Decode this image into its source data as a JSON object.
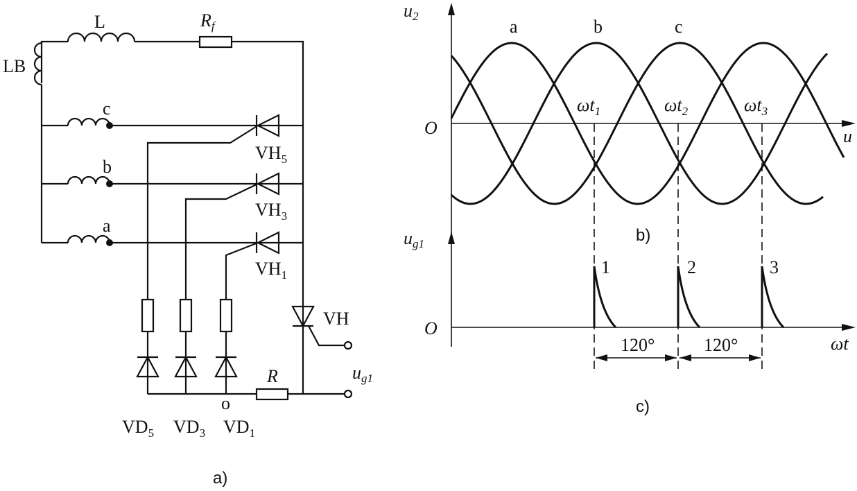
{
  "panel_a": {
    "labels": {
      "LB": "LB",
      "L": "L",
      "Rf_main": "R",
      "Rf_sub": "f",
      "phase_c": "c",
      "phase_b": "b",
      "phase_a": "a",
      "VH5_main": "VH",
      "VH5_sub": "5",
      "VH3_main": "VH",
      "VH3_sub": "3",
      "VH1_main": "VH",
      "VH1_sub": "1",
      "VH": "VH",
      "R": "R",
      "ug1_main": "u",
      "ug1_sub": "g1",
      "o": "o",
      "VD5_main": "VD",
      "VD5_sub": "5",
      "VD3_main": "VD",
      "VD3_sub": "3",
      "VD1_main": "VD",
      "VD1_sub": "1"
    },
    "caption": "a)"
  },
  "panel_b": {
    "y_label_main": "u",
    "y_label_sub": "2",
    "x_label": "u",
    "origin": "O",
    "phase_labels": [
      "a",
      "b",
      "c"
    ],
    "t1_main": "ωt",
    "t1_sub": "1",
    "t2_main": "ωt",
    "t2_sub": "2",
    "t3_main": "ωt",
    "t3_sub": "3",
    "caption": "b)"
  },
  "panel_c": {
    "y_label_main": "u",
    "y_label_sub": "g1",
    "x_label": "ωt",
    "origin": "O",
    "pulse_labels": [
      "1",
      "2",
      "3"
    ],
    "interval_1": "120°",
    "interval_2": "120°",
    "caption": "c)"
  }
}
